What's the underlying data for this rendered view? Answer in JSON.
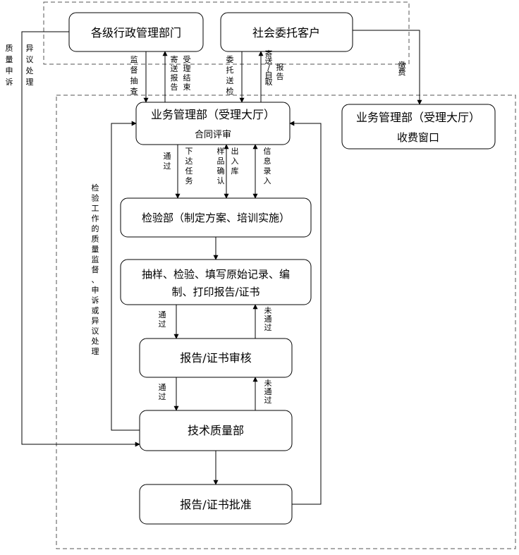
{
  "nodes": {
    "admin": "各级行政管理部门",
    "client": "社会委托客户",
    "reception_title": "业务管理部（受理大厅）",
    "reception_sub": "合同评审",
    "cashier_title": "业务管理部（受理大厅）",
    "cashier_sub": "收费窗口",
    "inspection": "检验部（制定方案、培训实施）",
    "sampling_line1": "抽样、检验、填写原始记录、编",
    "sampling_line2": "制、打印报告/证书",
    "review": "报告/证书审核",
    "quality": "技术质量部",
    "approval": "报告/证书批准"
  },
  "labels": {
    "quality_appeal": "质量申诉",
    "objection": "异议处理",
    "supervise_sampling": "监督抽查",
    "send_report": "寄送报告",
    "accept_end": "受理结束",
    "commission_send": "委托送检",
    "send_pickup": "寄送/自取",
    "report": "报告",
    "pay": "缴费",
    "pass1": "通过",
    "assign_task": "下达任务",
    "sample_confirm": "样品确认",
    "in_out": "出入库",
    "info_entry": "信息录入",
    "quality_supervision": "检验工作的质量监督、申诉或异议处理",
    "pass2": "通过",
    "fail1": "未通过",
    "pass3": "通过",
    "fail2": "未通过"
  }
}
